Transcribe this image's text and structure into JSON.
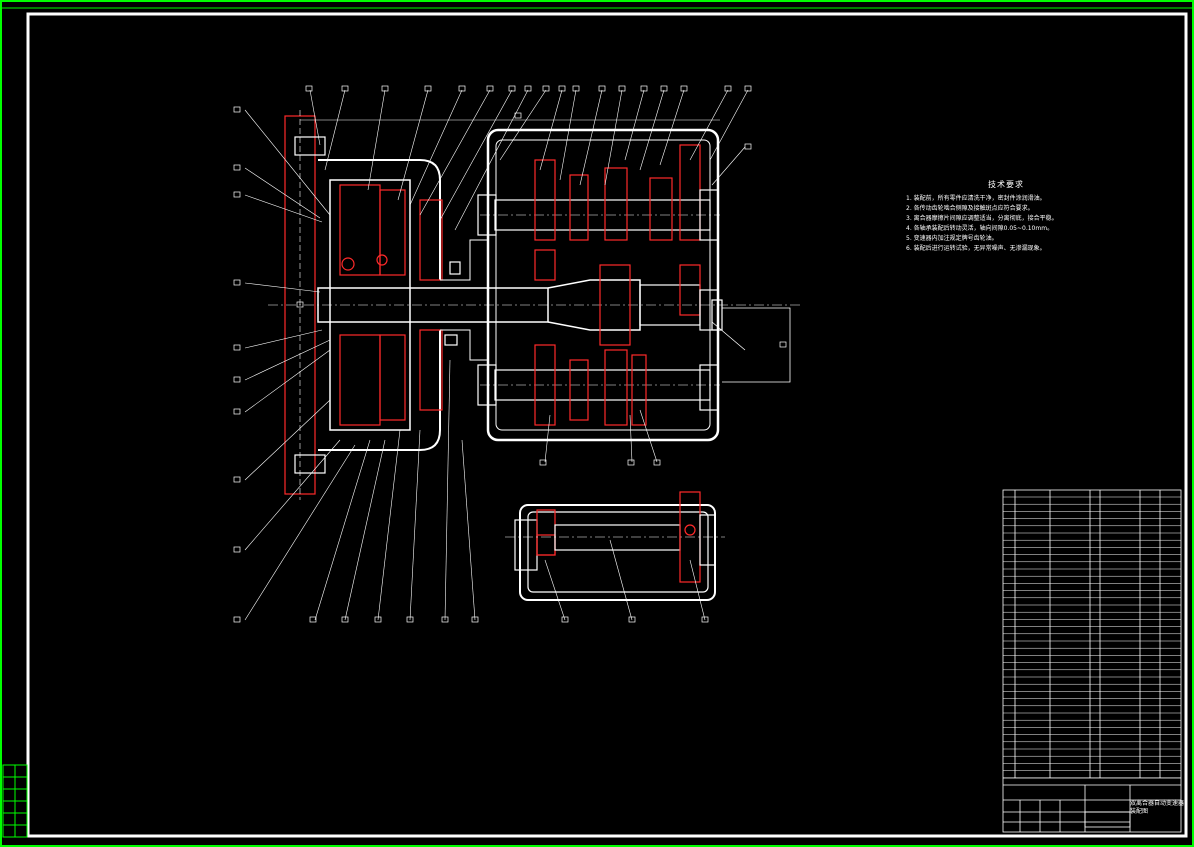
{
  "drawing": {
    "colors": {
      "background": "#000000",
      "frame": "#ffffff",
      "outer_border": "#00ff00",
      "section_line": "#ff2a2a",
      "hatch": "#cccccc"
    },
    "notes_title": "技术要求",
    "notes": [
      "1. 装配前，所有零件应清洗干净，密封件涂润滑油。",
      "2. 各传动齿轮啮合侧隙及接触斑点应符合要求。",
      "3. 离合器摩擦片间隙应调整适当，分离彻底，接合平稳。",
      "4. 各轴承装配后转动灵活，轴向间隙0.05~0.10mm。",
      "5. 变速器内加注规定牌号齿轮油。",
      "6. 装配后进行运转试验，无异常噪声、无渗漏现象。"
    ],
    "title_block": {
      "name": "双离合器自动变速器",
      "sub": "装配图"
    }
  }
}
